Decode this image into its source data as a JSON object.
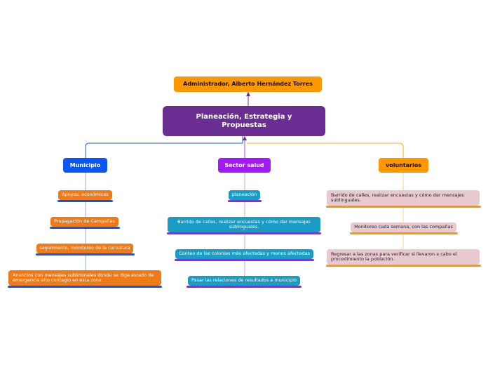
{
  "admin": {
    "label": "Administrador, Alberto Hernández Torres",
    "color": "#ff9800"
  },
  "root": {
    "label": "Planeación, Estrategia y Propuestas",
    "color": "#6a2d91"
  },
  "branches": [
    {
      "label": "Municipio",
      "color": "#0b57f5",
      "line_color": "#1e5bd8",
      "children": [
        "Apoyos, económicos",
        "Propagación de Campañas",
        "seguimiento, monitoreo de la curvatura",
        "Anuncios con mensajes subliminales donde se diga estado de emergencia alto contagio en esta zona"
      ],
      "child_color": "#f07a18"
    },
    {
      "label": "Sector salud",
      "color": "#a21bf5",
      "line_color": "#9b4bd8",
      "children": [
        "planeación",
        "Barrido de calles, realizar encuestas y cómo dar mensajes sublinguales.",
        "Conteo de las colonias más afectadas y menos afectadas",
        "Pasar las relaciones de resultados a municipio"
      ],
      "child_color": "#1a9cc4"
    },
    {
      "label": "voluntarios",
      "color": "#ff9800",
      "line_color": "#ffad33",
      "children": [
        "Barrido de calles, realizar encuestas y cómo dar mensajes sublinguales.",
        "Monitoreo cada semana, con las compañas",
        "Regresar a las zonas para verificar si llevaron a cabo el procedimiento la población."
      ],
      "child_color": "#e8c9d0"
    }
  ]
}
